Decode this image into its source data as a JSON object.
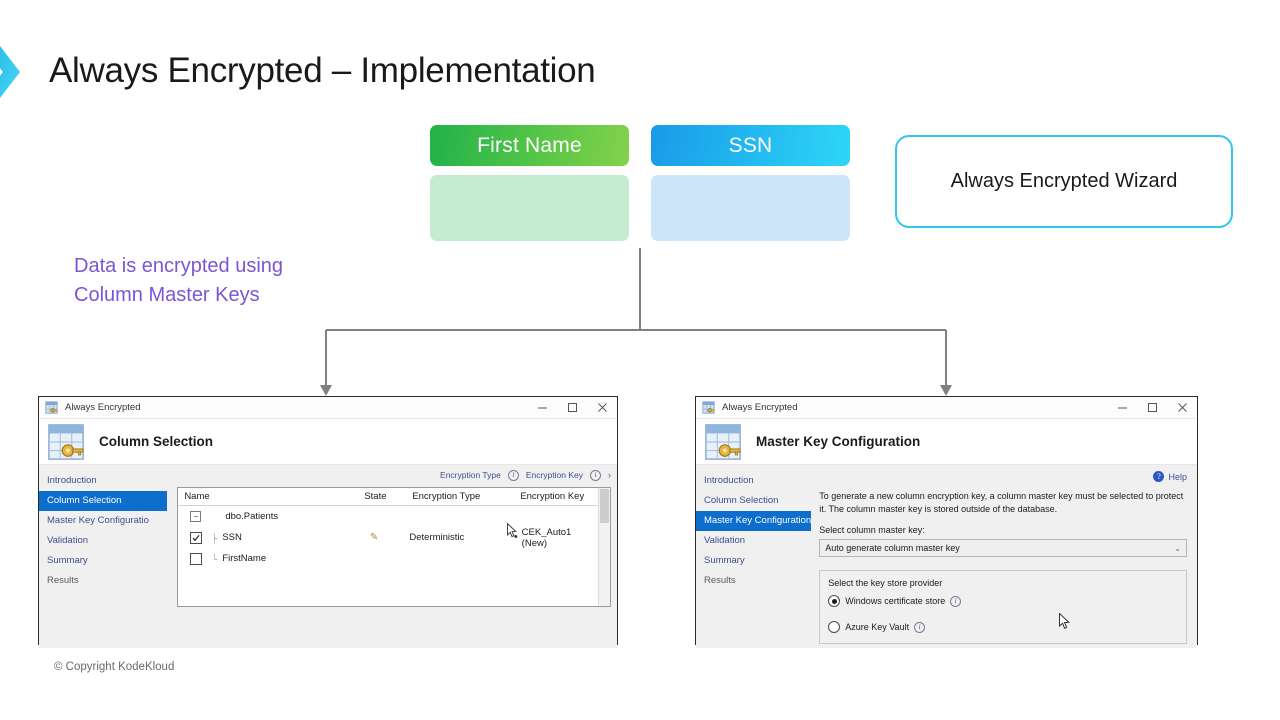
{
  "slide": {
    "title": "Always Encrypted – Implementation",
    "footer": "© Copyright KodeKloud",
    "logo_icon": "chevron-right-logo",
    "accent_cyan": "#2ec7ea",
    "purple": "#7b55d6"
  },
  "columns": [
    {
      "name": "First Name",
      "color": "#4cc247",
      "body_color": "#c4ead0"
    },
    {
      "name": "SSN",
      "color": "#22b8f0",
      "body_color": "#cde5f8"
    }
  ],
  "wizard_callout": {
    "label": "Always Encrypted Wizard"
  },
  "note": {
    "line1": "Data is encrypted using",
    "line2": "Column Master Keys"
  },
  "left_dialog": {
    "window_title": "Always Encrypted",
    "app_icon": "table-key-icon",
    "header_title": "Column Selection",
    "window_buttons": {
      "minimize": "minimize-icon",
      "maximize": "maximize-icon",
      "close": "close-icon"
    },
    "nav": [
      {
        "label": "Introduction",
        "active": false
      },
      {
        "label": "Column Selection",
        "active": true
      },
      {
        "label": "Master Key Configuratio",
        "active": false
      },
      {
        "label": "Validation",
        "active": false
      },
      {
        "label": "Summary",
        "active": false
      },
      {
        "label": "Results",
        "active": false
      }
    ],
    "links": [
      {
        "label": "Encryption Type",
        "info": "i"
      },
      {
        "label": "Encryption Key",
        "info": "i"
      }
    ],
    "link_overflow": "›",
    "grid": {
      "headers": [
        "Name",
        "State",
        "Encryption Type",
        "Encryption Key"
      ],
      "rows": [
        {
          "kind": "group",
          "expander": "−",
          "name": "dbo.Patients",
          "state": "",
          "encryption_type": "",
          "encryption_key": "",
          "checked": null
        },
        {
          "kind": "column",
          "name": "SSN",
          "state": "pencil-icon",
          "encryption_type": "Deterministic",
          "encryption_key": "CEK_Auto1 (New)",
          "checked": true
        },
        {
          "kind": "column",
          "name": "FirstName",
          "state": "",
          "encryption_type": "",
          "encryption_key": "",
          "checked": false
        }
      ]
    }
  },
  "right_dialog": {
    "window_title": "Always Encrypted",
    "app_icon": "table-key-icon",
    "header_title": "Master Key Configuration",
    "window_buttons": {
      "minimize": "minimize-icon",
      "maximize": "maximize-icon",
      "close": "close-icon"
    },
    "nav": [
      {
        "label": "Introduction",
        "active": false
      },
      {
        "label": "Column Selection",
        "active": false
      },
      {
        "label": "Master Key Configuration",
        "active": true
      },
      {
        "label": "Validation",
        "active": false
      },
      {
        "label": "Summary",
        "active": false
      },
      {
        "label": "Results",
        "active": false
      }
    ],
    "help_label": "Help",
    "description": "To generate a new column encryption key, a column master key must be selected to protect it.  The column master key is stored outside of the database.",
    "select_label": "Select column master key:",
    "combo_value": "Auto generate column master key",
    "group_title": "Select the key store provider",
    "radios": [
      {
        "label": "Windows certificate store",
        "selected": true,
        "info": "i"
      },
      {
        "label": "Azure Key Vault",
        "selected": false,
        "info": "i"
      }
    ]
  }
}
